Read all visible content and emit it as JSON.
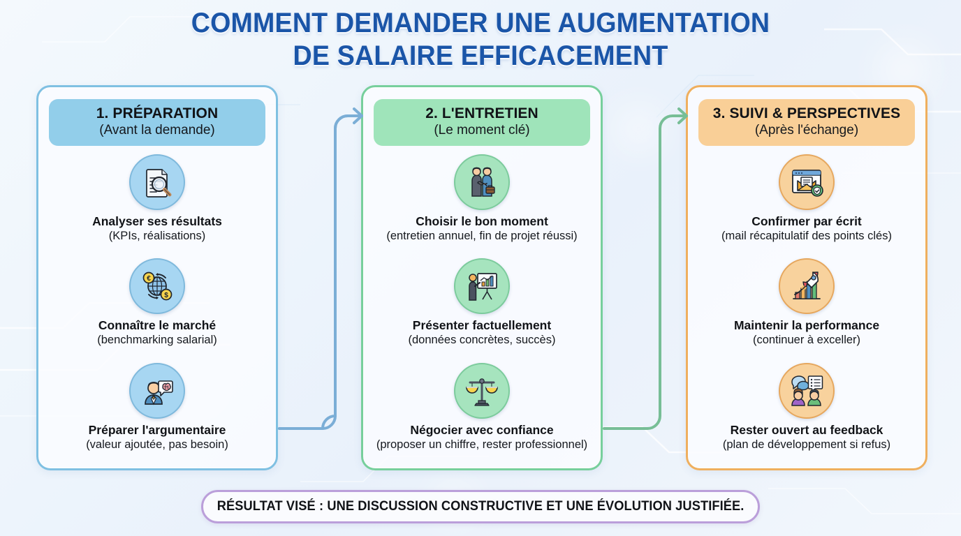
{
  "title": {
    "line1": "COMMENT DEMANDER UNE AUGMENTATION",
    "line2": "DE SALAIRE EFFICACEMENT",
    "color": "#1A55A8"
  },
  "columns": [
    {
      "id": "preparation",
      "accent": "#7FC0E2",
      "header_bg": "#92CEEA",
      "header_title": "1. PRÉPARATION",
      "header_sub": "(Avant la demande)",
      "items": [
        {
          "icon": "document-magnifier-icon",
          "title": "Analyser ses résultats",
          "sub": "(KPIs, réalisations)"
        },
        {
          "icon": "globe-currency-exchange-icon",
          "title": "Connaître le marché",
          "sub": "(benchmarking salarial)"
        },
        {
          "icon": "person-thinking-brain-icon",
          "title": "Préparer l'argumentaire",
          "sub": "(valeur ajoutée, pas besoin)"
        }
      ]
    },
    {
      "id": "entretien",
      "accent": "#77CF9C",
      "header_bg": "#9FE4BA",
      "header_title": "2. L'ENTRETIEN",
      "header_sub": "(Le moment clé)",
      "items": [
        {
          "icon": "handshake-icon",
          "title": "Choisir le bon moment",
          "sub": "(entretien annuel, fin de projet réussi)"
        },
        {
          "icon": "presentation-chart-icon",
          "title": "Présenter factuellement",
          "sub": "(données concrètes, succès)"
        },
        {
          "icon": "balance-scales-icon",
          "title": "Négocier avec confiance",
          "sub": "(proposer un chiffre, rester professionnel)"
        }
      ]
    },
    {
      "id": "suivi",
      "accent": "#EFAF5E",
      "header_bg": "#F9CF97",
      "header_title": "3. SUIVI & PERSPECTIVES",
      "header_sub": "(Après l'échange)",
      "items": [
        {
          "icon": "email-confirmation-icon",
          "title": "Confirmer par écrit",
          "sub": "(mail récapitulatif des points clés)"
        },
        {
          "icon": "rocket-growth-chart-icon",
          "title": "Maintenir la performance",
          "sub": "(continuer à exceller)"
        },
        {
          "icon": "people-feedback-icon",
          "title": "Rester ouvert au feedback",
          "sub": "(plan de développement si refus)"
        }
      ]
    }
  ],
  "connectors": [
    {
      "id": "arrow-prep-to-entretien",
      "icon": "curved-arrow-icon",
      "color": "#7BAED6"
    },
    {
      "id": "arrow-entretien-to-suivi",
      "icon": "curved-arrow-icon",
      "color": "#77BE96"
    }
  ],
  "footer": {
    "text": "RÉSULTAT VISÉ : UNE DISCUSSION CONSTRUCTIVE ET UNE ÉVOLUTION JUSTIFIÉE.",
    "border_color": "#BB9FDA"
  }
}
